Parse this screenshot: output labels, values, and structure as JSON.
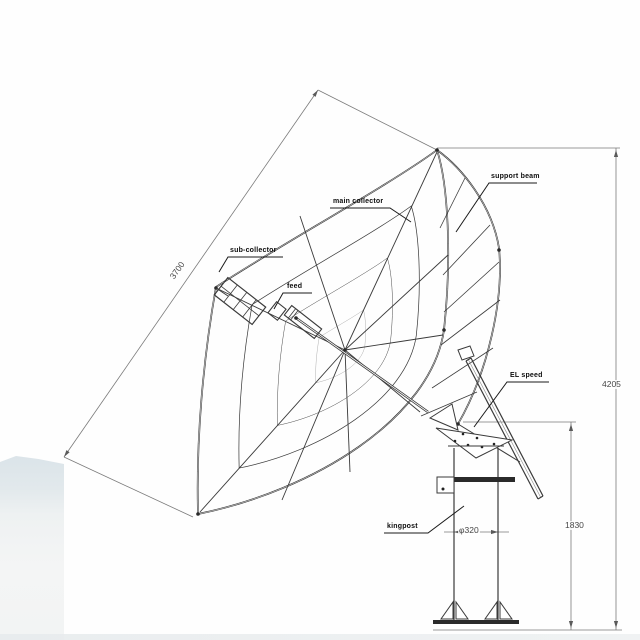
{
  "diagram": {
    "labels": {
      "support_beam": "support beam",
      "main_collector": "main collector",
      "sub_collector": "sub-collector",
      "feed": "feed",
      "el_speed": "EL speed",
      "kingpost": "kingpost"
    },
    "dimensions": {
      "aperture_width": "3700",
      "total_height": "4205",
      "pivot_height": "1830",
      "kingpost_diameter": "φ320"
    },
    "colors": {
      "line": "#3a3a3a",
      "dimension_line": "#777777",
      "label_text": "#0d0d0d",
      "dimension_text": "#474747",
      "background": "#fefefe",
      "photo_strip": "#e2e9ec"
    }
  }
}
